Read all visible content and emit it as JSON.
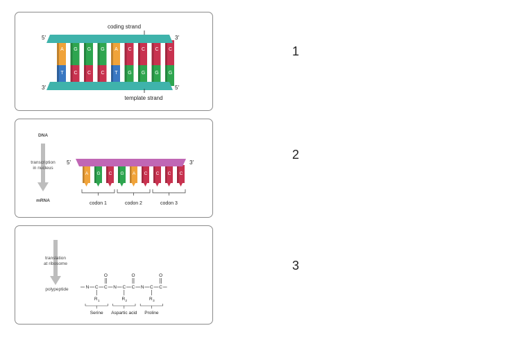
{
  "panel1": {
    "label_5_top": "5′",
    "label_3_top": "3′",
    "label_3_bottom": "3′",
    "label_5_bottom": "5′",
    "coding_strand": "coding strand",
    "template_strand": "template strand",
    "coding_bases": [
      "A",
      "G",
      "G",
      "G",
      "A",
      "C",
      "C",
      "C",
      "C"
    ],
    "template_bases": [
      "T",
      "C",
      "C",
      "C",
      "T",
      "G",
      "G",
      "G",
      "G"
    ],
    "number": "1"
  },
  "panel2": {
    "dna": "DNA",
    "transcription": "transcription",
    "in_nucleus": "in nucleus",
    "mrna": "mRNA",
    "label_5": "5′",
    "label_3": "3′",
    "bases": [
      "A",
      "G",
      "C",
      "G",
      "A",
      "C",
      "C",
      "C",
      "C"
    ],
    "codons": [
      "codon 1",
      "codon 2",
      "codon 3"
    ],
    "number": "2"
  },
  "panel3": {
    "translation": "translation",
    "at_ribosome": "at ribosome",
    "polypeptide": "polypeptide",
    "backbone_atoms": [
      "N",
      "C",
      "C",
      "N",
      "C",
      "C",
      "N",
      "C",
      "C"
    ],
    "oxygens": [
      "O",
      "O",
      "O"
    ],
    "r_groups": [
      "R",
      "R",
      "R"
    ],
    "r_subscripts": [
      "1",
      "2",
      "3"
    ],
    "amino_acids": [
      "Serine",
      "Aspartic acid",
      "Proline"
    ],
    "number": "3"
  },
  "colors": {
    "A": "#f0a33a",
    "G": "#2ea54f",
    "C": "#c8324f",
    "T": "#3a78c2",
    "dna_backbone": "#3fb3ab",
    "rna_backbone": "#c067b5",
    "arrow": "#bdbdbd"
  }
}
